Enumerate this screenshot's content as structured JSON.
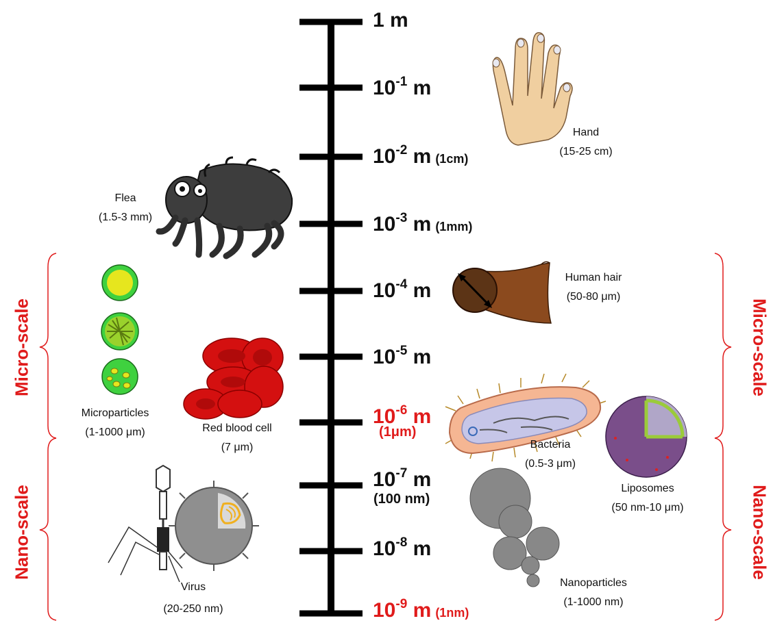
{
  "scale": {
    "ticks": [
      {
        "base": "1 m",
        "exp": "",
        "unit": "",
        "note": "",
        "red": false
      },
      {
        "base": "10",
        "exp": "-1",
        "unit": "m",
        "note": "",
        "red": false
      },
      {
        "base": "10",
        "exp": "-2",
        "unit": "m",
        "note": "(1cm)",
        "red": false
      },
      {
        "base": "10",
        "exp": "-3",
        "unit": "m",
        "note": "(1mm)",
        "red": false
      },
      {
        "base": "10",
        "exp": "-4",
        "unit": "m",
        "note": "",
        "red": false
      },
      {
        "base": "10",
        "exp": "-5",
        "unit": "m",
        "note": "",
        "red": false
      },
      {
        "base": "10",
        "exp": "-6",
        "unit": "m",
        "note": "",
        "red": true
      },
      {
        "base": "10",
        "exp": "-7",
        "unit": "m",
        "note": "",
        "red": false
      },
      {
        "base": "10",
        "exp": "-8",
        "unit": "m",
        "note": "",
        "red": false
      },
      {
        "base": "10",
        "exp": "-9",
        "unit": "m",
        "note": "(1nm)",
        "red": true
      }
    ],
    "sub_1um": "(1μm)",
    "sub_100nm": "(100 nm)"
  },
  "objects": {
    "hand": {
      "name": "Hand",
      "size": "(15-25 cm)"
    },
    "flea": {
      "name": "Flea",
      "size": "(1.5-3 mm)"
    },
    "hair": {
      "name": "Human hair",
      "size": "(50-80 μm)"
    },
    "microparticles": {
      "name": "Microparticles",
      "size": "(1-1000 μm)"
    },
    "rbc": {
      "name": "Red blood cell",
      "size": "(7 μm)"
    },
    "bacteria": {
      "name": "Bacteria",
      "size": "(0.5-3 μm)"
    },
    "liposomes": {
      "name": "Liposomes",
      "size": "(50 nm-10 μm)"
    },
    "virus": {
      "name": "Virus",
      "size": "(20-250 nm)"
    },
    "nanoparticles": {
      "name": "Nanoparticles",
      "size": "(1-1000 nm)"
    }
  },
  "scales": {
    "micro": "Micro-scale",
    "nano": "Nano-scale"
  },
  "colors": {
    "accent": "#e01b1b",
    "axis": "#000000"
  }
}
